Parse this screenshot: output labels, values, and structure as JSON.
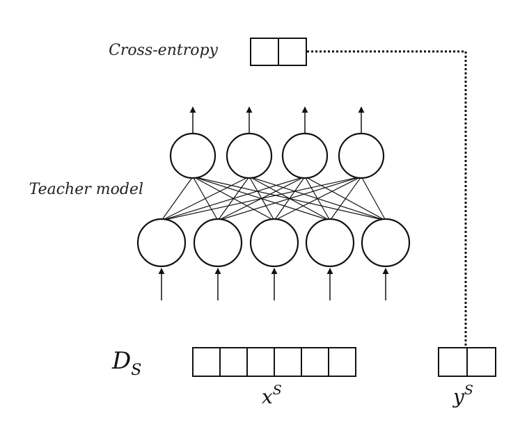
{
  "labels": {
    "loss": "Cross-entropy",
    "model": "Teacher model",
    "dataset_main": "D",
    "dataset_sub": "S",
    "input_main": "x",
    "input_sup": "S",
    "target_main": "y",
    "target_sup": "S"
  },
  "network": {
    "input_neurons": 5,
    "output_neurons": 4
  },
  "vectors": {
    "loss_cells": 2,
    "input_cells": 6,
    "target_cells": 2
  }
}
